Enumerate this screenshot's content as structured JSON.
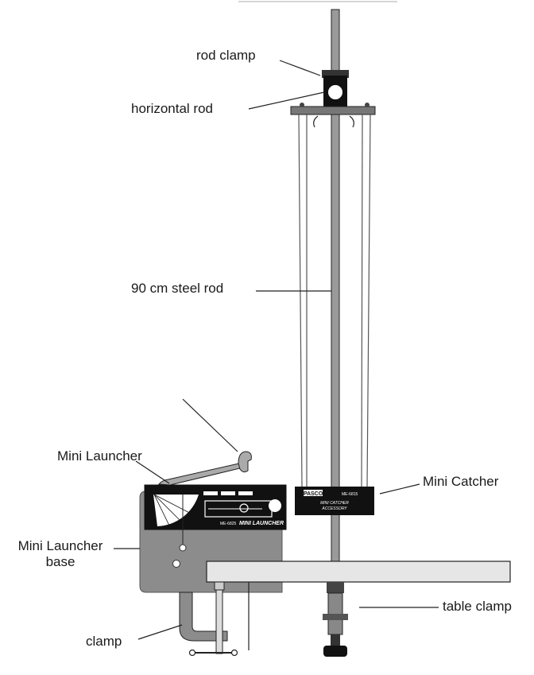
{
  "labels": {
    "rod_clamp": "rod clamp",
    "horizontal_rod": "horizontal rod",
    "steel_rod": "90 cm steel rod",
    "mini_launcher": "Mini Launcher",
    "mini_launcher_base_line1": "Mini Launcher",
    "mini_launcher_base_line2": "base",
    "mini_catcher": "Mini Catcher",
    "table_clamp": "table clamp",
    "clamp": "clamp"
  },
  "launcher_panel": {
    "model": "ME-6825",
    "name": "MINI LAUNCHER"
  },
  "catcher_panel": {
    "brand": "PASCO",
    "model": "ME-6815",
    "name_line1": "MINI CATCHER",
    "name_line2": "ACCESSORY"
  },
  "colors": {
    "ink": "#1a1a1a",
    "rod_gray": "#9a9a9a",
    "base_gray": "#8c8c8c",
    "table_gray": "#e6e6e6",
    "panel_black": "#111111"
  }
}
